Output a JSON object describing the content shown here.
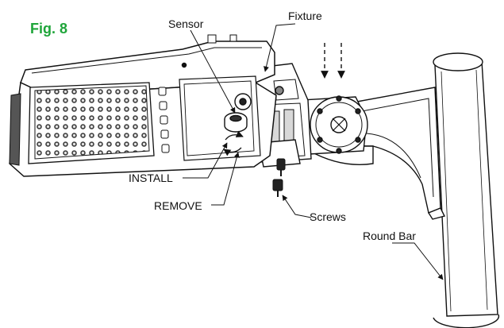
{
  "figure": {
    "label": "Fig. 8",
    "label_color": "#1fa53a"
  },
  "callouts": {
    "sensor": "Sensor",
    "fixture": "Fixture",
    "install": "INSTALL",
    "remove": "REMOVE",
    "screws": "Screws",
    "round_bar": "Round Bar"
  },
  "icons": {
    "install_direction": "arrow-arc-clockwise-icon",
    "remove_direction": "arrow-arc-counterclockwise-icon",
    "insertion_direction": "dashed-down-arrow-icon"
  }
}
